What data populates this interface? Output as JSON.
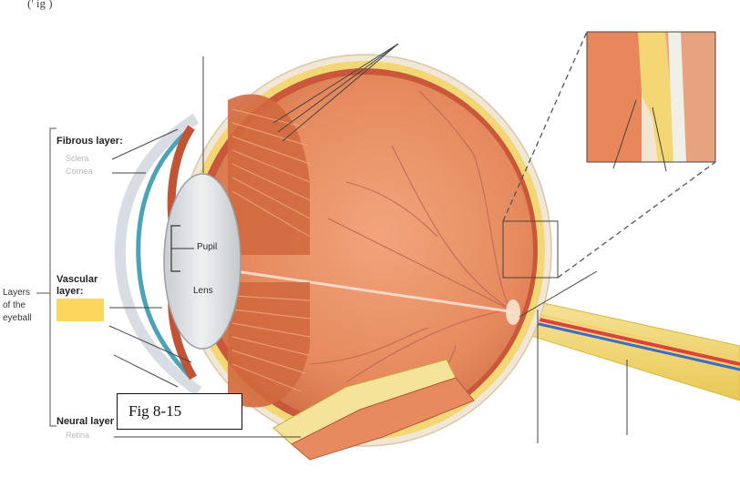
{
  "header_fragment": "(' ig                 )",
  "labels": {
    "fibrous_layer": "Fibrous layer:",
    "fibrous_sub1": "Sclera",
    "fibrous_sub2": "Cornea",
    "vascular_layer_line1": "Vascular",
    "vascular_layer_line2": "layer:",
    "neural_layer": "Neural layer",
    "neural_sub": "Retina",
    "layers_line1": "Layers",
    "layers_line2": "of the",
    "layers_line3": "eyeball",
    "pupil": "Pupil",
    "lens": "Lens"
  },
  "figure_caption": "Fig 8-15",
  "colors": {
    "tissue": "#e88a5f",
    "sclera_yellow": "#f3d774",
    "label_cover": "#fdd65c",
    "vessel_red": "#d9453a",
    "vessel_blue": "#3a6cc8"
  }
}
